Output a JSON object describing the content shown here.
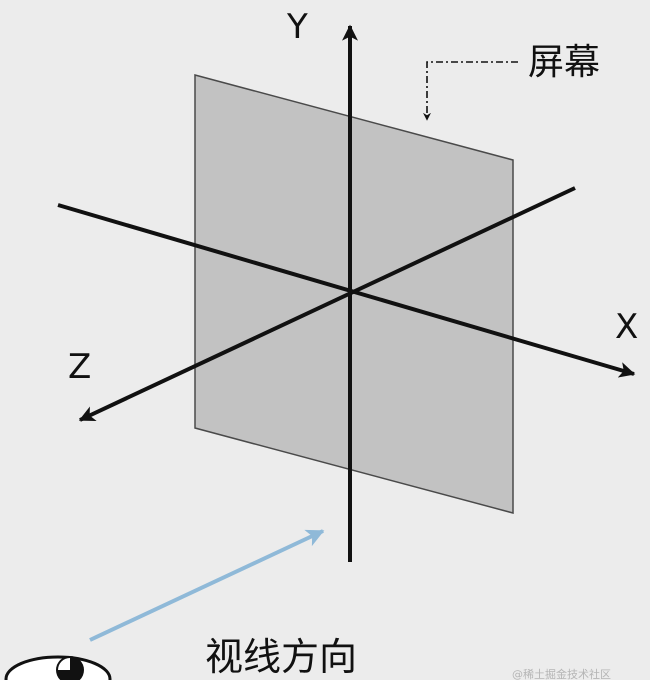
{
  "axes": {
    "x_label": "X",
    "y_label": "Y",
    "z_label": "Z"
  },
  "screen": {
    "label": "屏幕"
  },
  "view": {
    "label": "视线方向"
  },
  "watermark": {
    "text": "@稀土掘金技术社区"
  },
  "colors": {
    "background": "#ececec",
    "screen_fill": "#c2c2c2",
    "axis": "#111111",
    "view_arrow": "#8fb9d8"
  },
  "icons": {
    "eye": "eye-icon"
  }
}
